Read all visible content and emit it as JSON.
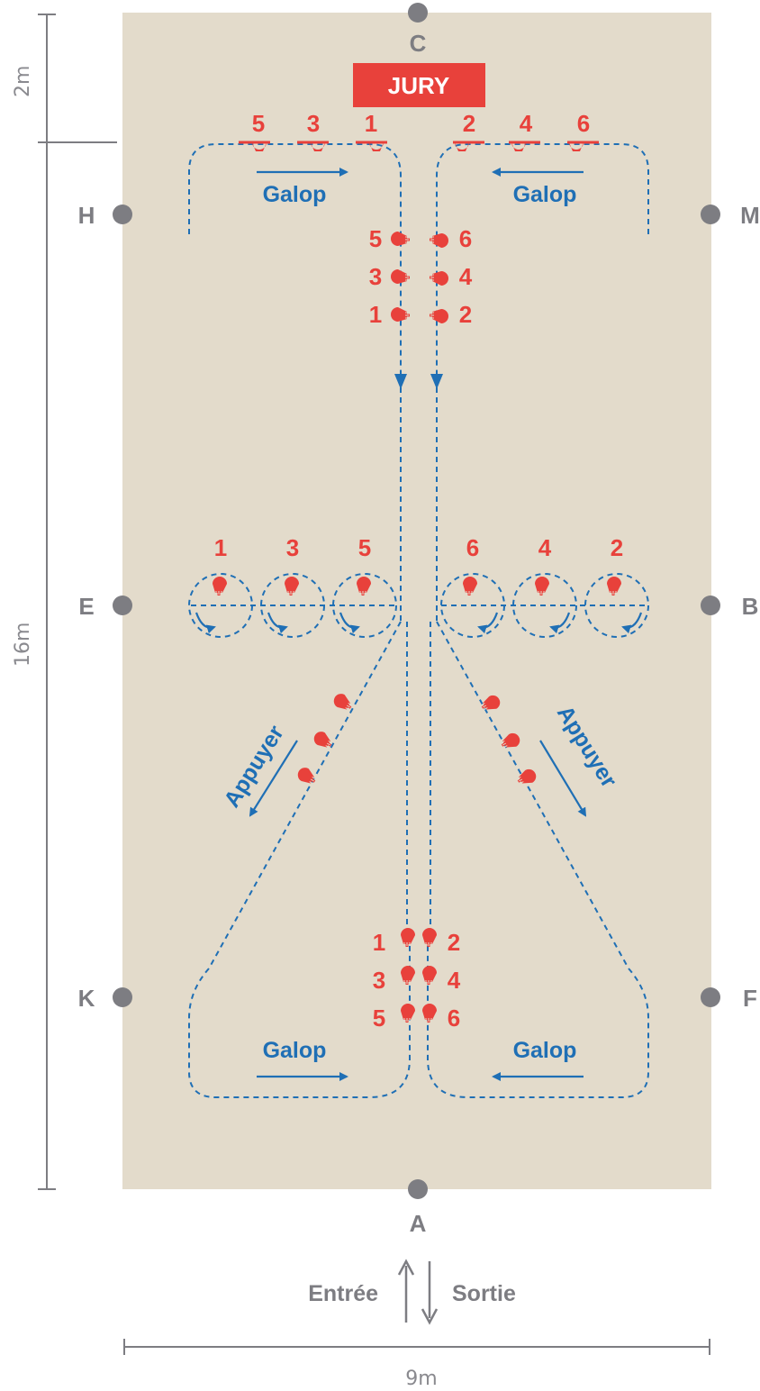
{
  "jury": "JURY",
  "letters": {
    "c": "C",
    "h": "H",
    "m": "M",
    "e": "E",
    "b": "B",
    "k": "K",
    "f": "F",
    "a": "A"
  },
  "dimensions": {
    "top": "2m",
    "side": "16m",
    "bottom": "9m"
  },
  "entry": {
    "in": "Entrée",
    "out": "Sortie"
  },
  "movements": {
    "galop": "Galop",
    "appuyer": "Appuyer"
  },
  "riders": [
    "1",
    "2",
    "3",
    "4",
    "5",
    "6"
  ],
  "colors": {
    "arena": "#e3dbcb",
    "red": "#e8413b",
    "blue": "#1f6fb5",
    "gray": "#7d7d82"
  },
  "icons": [
    "horse-icon",
    "turn-arrow-icon",
    "marker-dot-icon"
  ]
}
